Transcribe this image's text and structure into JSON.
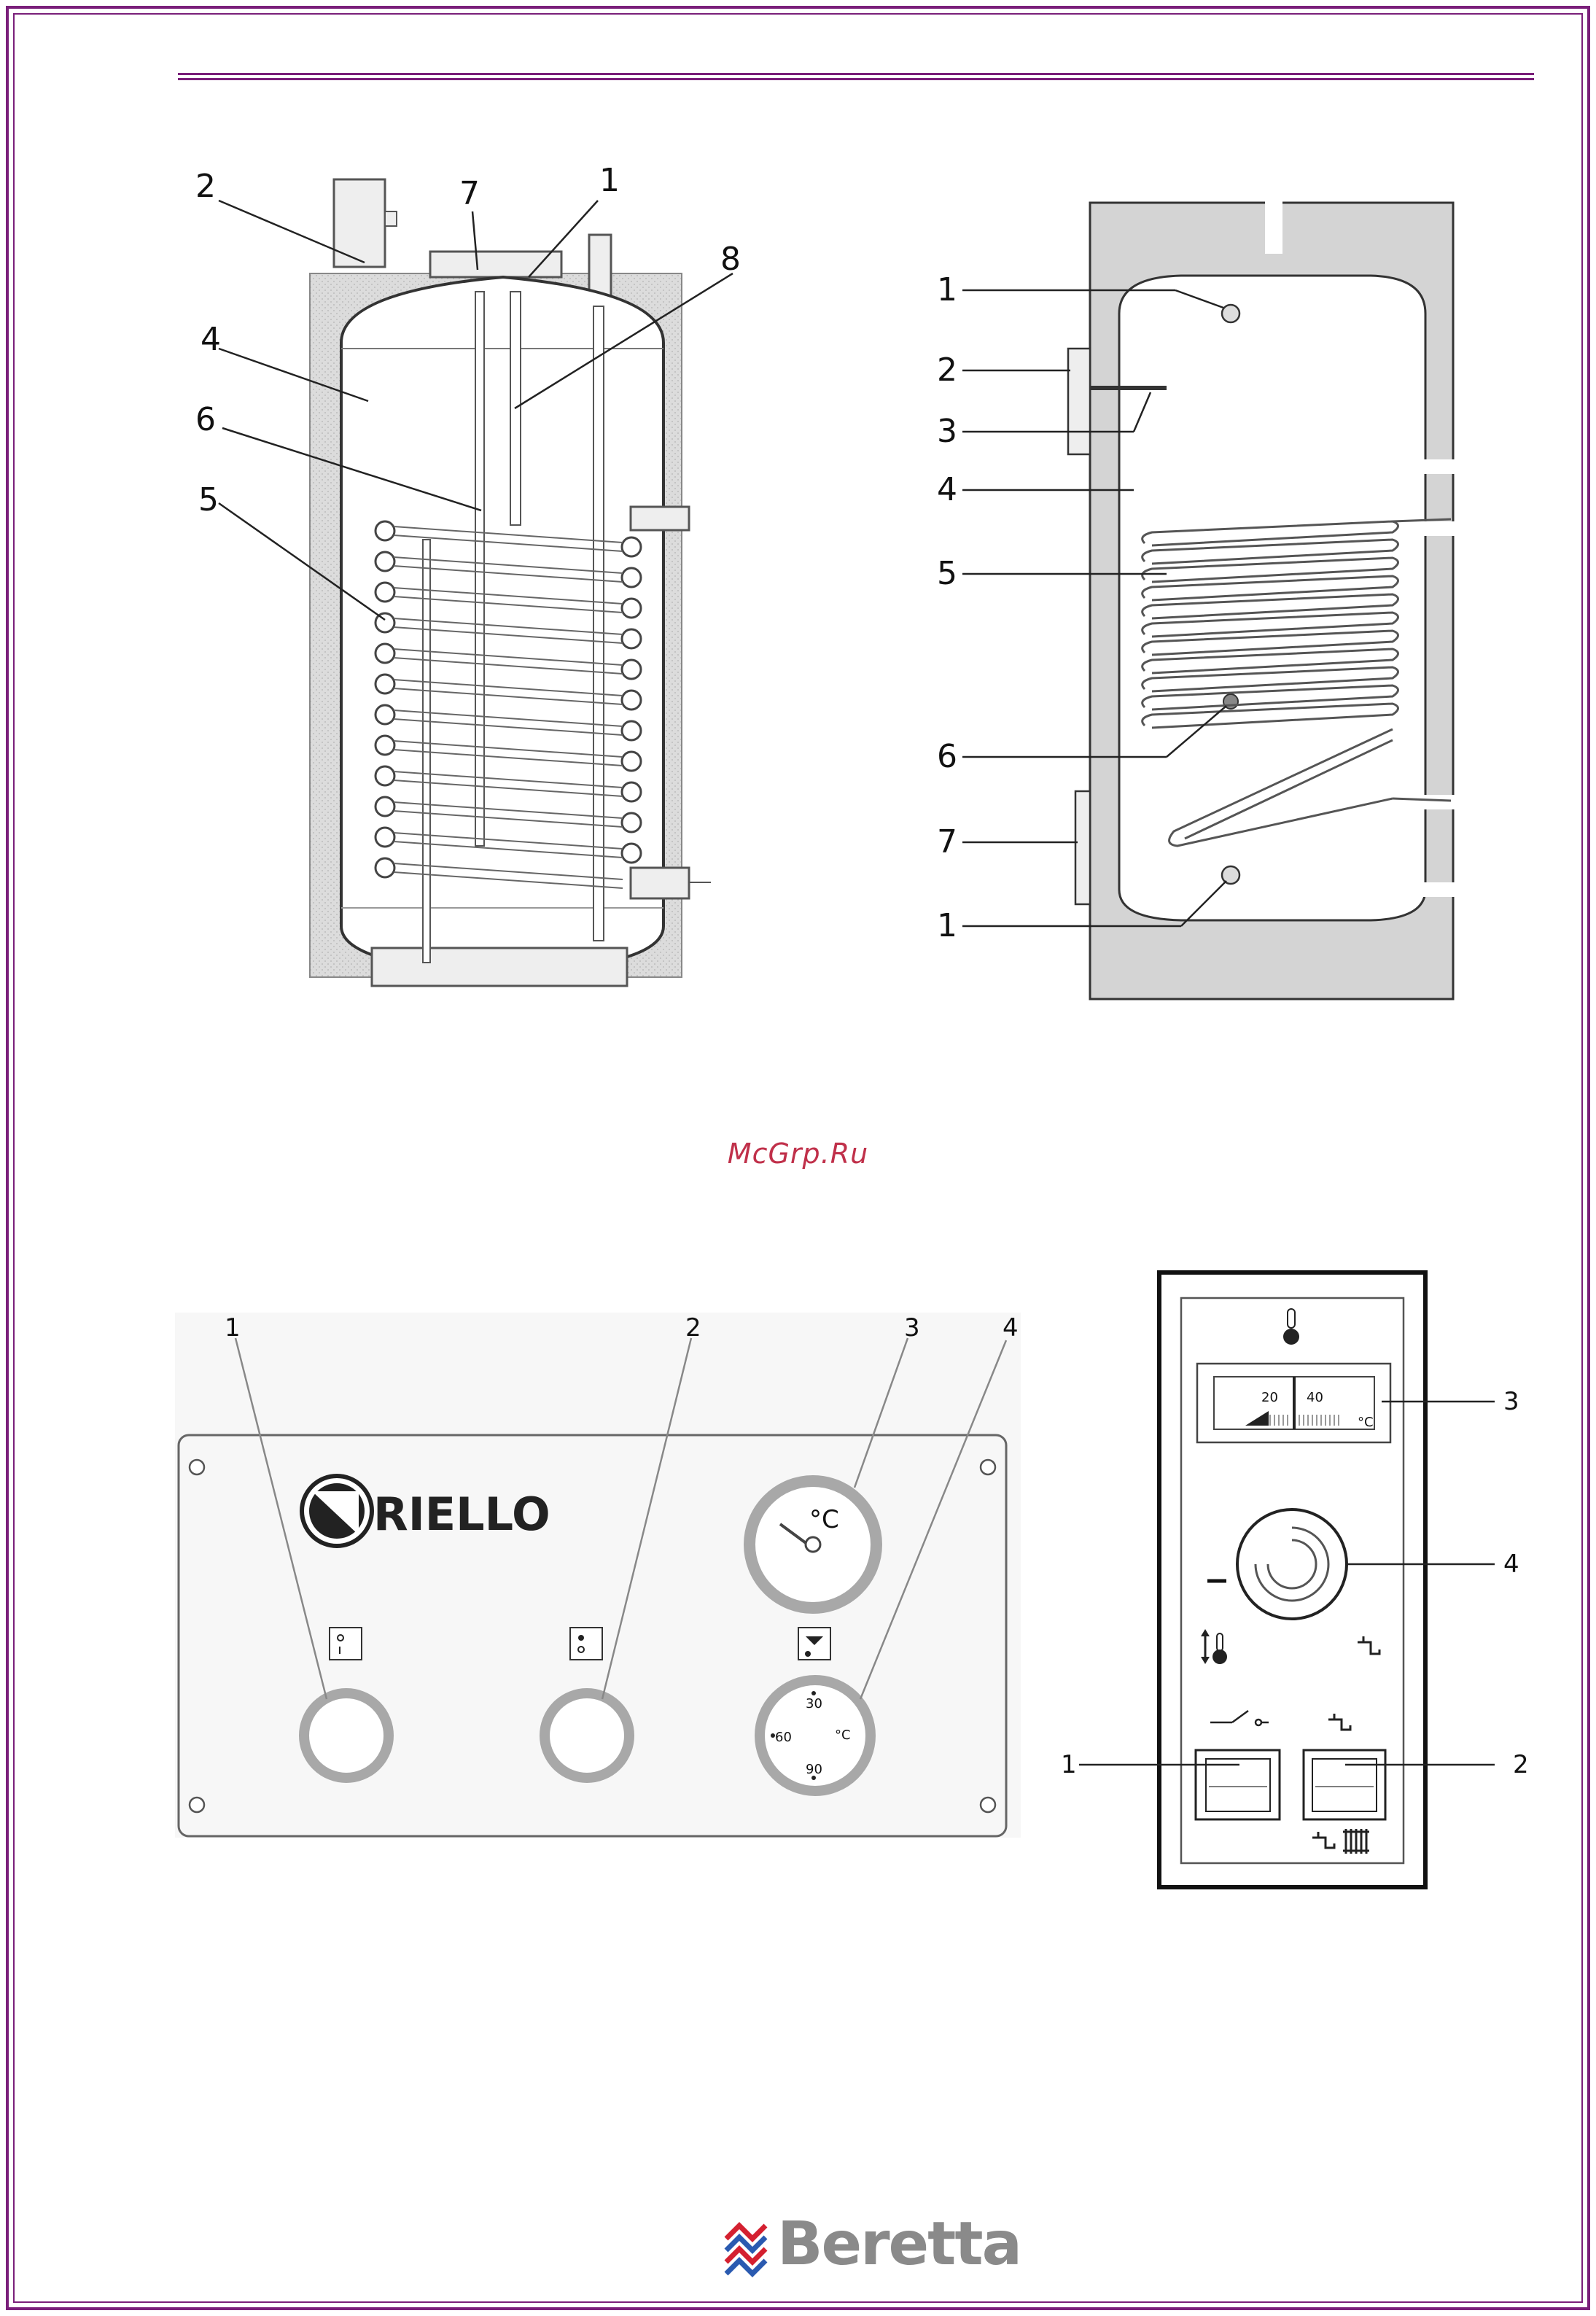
{
  "watermark": "McGrp.Ru",
  "brand": "Beretta",
  "panel_brand": "RIELLO",
  "colors": {
    "frame": "#7a1f7a",
    "watermark": "#c0304a",
    "insulation": "#d4d4d4",
    "brand_red": "#d42030",
    "brand_blue": "#2a5ab0"
  },
  "fig1": {
    "labels": [
      "1",
      "2",
      "4",
      "5",
      "6",
      "7",
      "8"
    ]
  },
  "fig2": {
    "labels": [
      "1",
      "2",
      "3",
      "4",
      "5",
      "6",
      "7",
      "1"
    ]
  },
  "fig3": {
    "labels": [
      "1",
      "2",
      "3",
      "4"
    ],
    "unit": "°C",
    "dial_marks": [
      "30",
      "60",
      "90"
    ]
  },
  "fig4": {
    "labels": [
      "3",
      "4",
      "1",
      "2"
    ],
    "thermo_ticks": [
      "20",
      "40"
    ],
    "unit": "°C",
    "minus_sign": "–"
  }
}
